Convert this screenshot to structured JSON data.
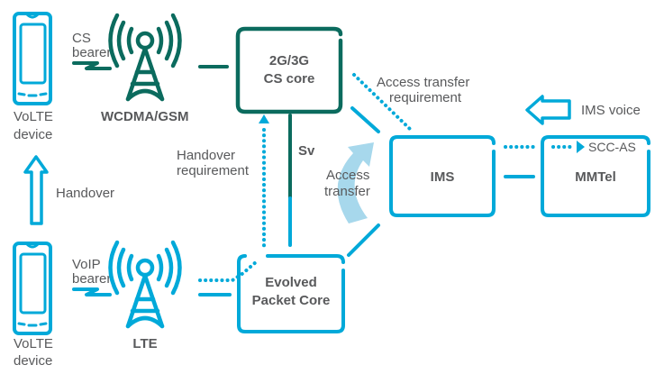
{
  "colors": {
    "dark_green": "#0b6b5e",
    "blue": "#00a9d9",
    "light_blue": "#a7d8ec",
    "text": "#58595b"
  },
  "devices": {
    "top": {
      "label_line1": "VoLTE",
      "label_line2": "device",
      "icon": "mobile-phone-icon"
    },
    "bottom": {
      "label_line1": "VoLTE",
      "label_line2": "device",
      "icon": "mobile-phone-icon"
    }
  },
  "bearers": {
    "cs": {
      "line1": "CS",
      "line2": "bearer"
    },
    "voip": {
      "line1": "VoIP",
      "line2": "bearer"
    }
  },
  "towers": {
    "wcdma": {
      "label": "WCDMA/GSM",
      "icon": "radio-tower-icon"
    },
    "lte": {
      "label": "LTE",
      "icon": "radio-tower-icon"
    }
  },
  "handover": {
    "label": "Handover",
    "icon": "up-arrow-icon"
  },
  "nodes": {
    "cs_core": {
      "line1": "2G/3G",
      "line2": "CS core"
    },
    "epc": {
      "line1": "Evolved",
      "line2": "Packet Core"
    },
    "ims": {
      "label": "IMS"
    },
    "mmtel": {
      "label": "MMTel",
      "sub": "SCC-AS"
    }
  },
  "annotations": {
    "access_transfer_req": {
      "line1": "Access transfer",
      "line2": "requirement"
    },
    "handover_req": {
      "line1": "Handover",
      "line2": "requirement"
    },
    "sv": "Sv",
    "access_transfer": {
      "line1": "Access",
      "line2": "transfer"
    },
    "ims_voice": {
      "label": "IMS voice",
      "icon": "left-arrow-icon"
    }
  }
}
